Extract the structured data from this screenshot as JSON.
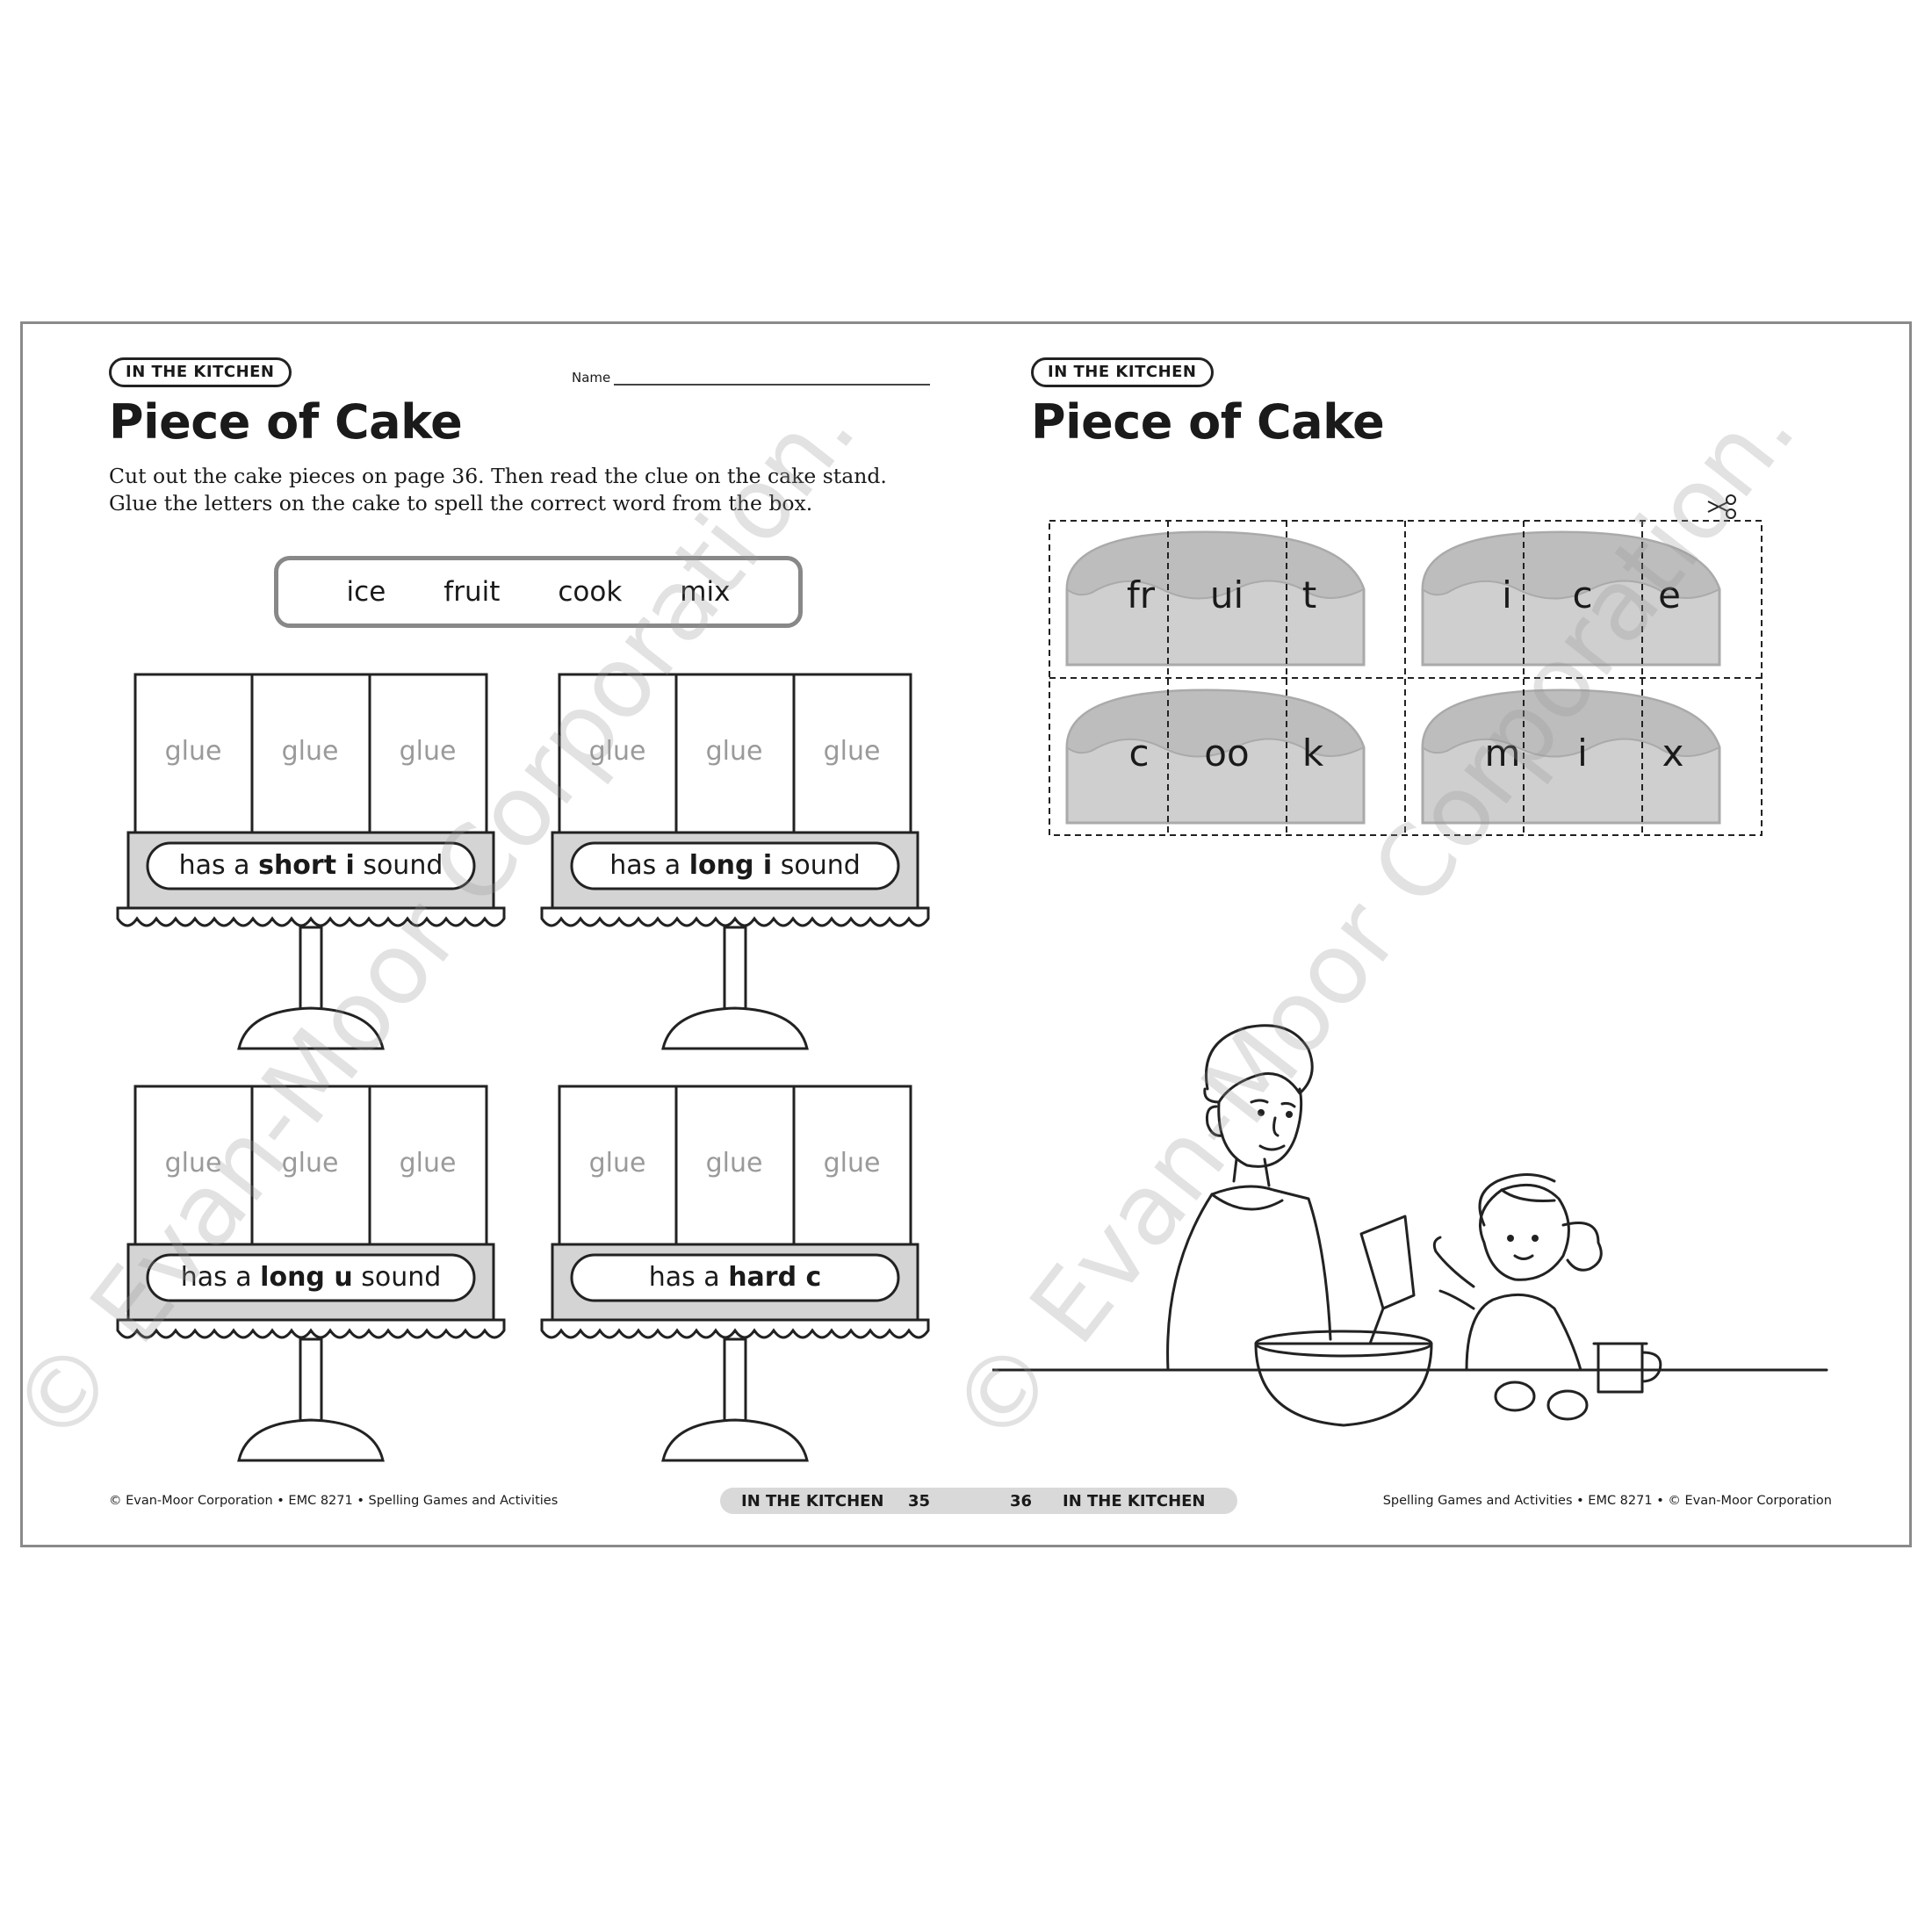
{
  "left_page": {
    "section_tag": "IN THE KITCHEN",
    "name_label": "Name",
    "title": "Piece of Cake",
    "instructions": [
      "Cut out the cake pieces on page 36. Then read the clue on the cake stand.",
      "Glue the letters on the cake to spell the correct word from the box."
    ],
    "word_box": [
      "ice",
      "fruit",
      "cook",
      "mix"
    ],
    "glue_label": "glue",
    "cakes": [
      {
        "clue_pre": "has a ",
        "clue_bold": "short i",
        "clue_post": " sound"
      },
      {
        "clue_pre": "has a ",
        "clue_bold": "long i",
        "clue_post": " sound"
      },
      {
        "clue_pre": "has a ",
        "clue_bold": "long u",
        "clue_post": " sound"
      },
      {
        "clue_pre": "has a ",
        "clue_bold": "hard c",
        "clue_post": ""
      }
    ],
    "footer": "© Evan-Moor Corporation • EMC 8271 • Spelling Games and Activities",
    "page_number": "35",
    "footer_tag": "IN THE KITCHEN"
  },
  "right_page": {
    "section_tag": "IN THE KITCHEN",
    "title": "Piece of Cake",
    "cutout_cakes": [
      [
        "fr",
        "ui",
        "t"
      ],
      [
        "i",
        "c",
        "e"
      ],
      [
        "c",
        "oo",
        "k"
      ],
      [
        "m",
        "i",
        "x"
      ]
    ],
    "page_number": "36",
    "footer_tag": "IN THE KITCHEN",
    "footer": "Spelling Games and Activities • EMC 8271 • © Evan-Moor Corporation"
  },
  "watermark": "© Evan-Moor Corporation."
}
